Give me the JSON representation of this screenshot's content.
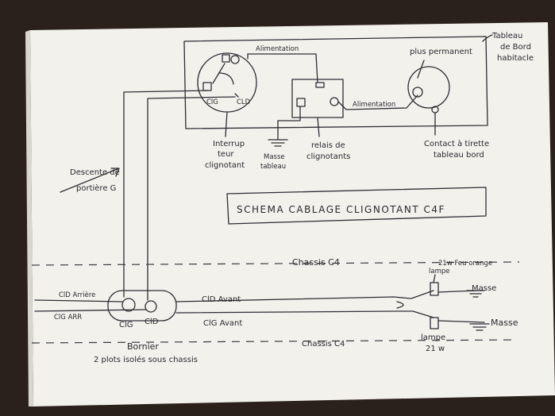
{
  "texts": {
    "panel_title_1": "Tableau",
    "panel_title_2": "de Bord",
    "panel_title_3": "habitacle",
    "alimentation_top": "Alimentation",
    "alimentation_right": "Alimentation",
    "plus_permanent": "plus permanent",
    "switch_cld": "CLD",
    "switch_clg": "ClG",
    "interrup_1": "Interrup",
    "interrup_2": "teur",
    "interrup_3": "clignotant",
    "masse_1": "Masse",
    "masse_2": "tableau",
    "relais_1": "relais de",
    "relais_2": "clignotants",
    "contact_1": "Contact à tirette",
    "contact_2": "tableau bord",
    "descente_1": "Descente de",
    "descente_2": "portière G",
    "schema_title": "SCHEMA CABLAGE CLIGNOTANT C4F",
    "chassis_top": "Chassis C4",
    "chassis_bottom": "Chassis C4",
    "cld_arriere": "ClD Arrière",
    "clg_arr": "ClG ARR",
    "bornier_clg": "ClG",
    "bornier_cld": "ClD",
    "cld_avant": "ClD Avant",
    "clg_avant": "ClG Avant",
    "lampe_top": "lampe",
    "feu_orange": "21w Feu orange",
    "masse_top": "Masse",
    "masse_bottom": "Masse",
    "lampe_bottom_1": "lampe",
    "lampe_bottom_2": "21 w",
    "bornier_1": "Bornier",
    "bornier_2": "2 plots isolés sous chassis"
  }
}
